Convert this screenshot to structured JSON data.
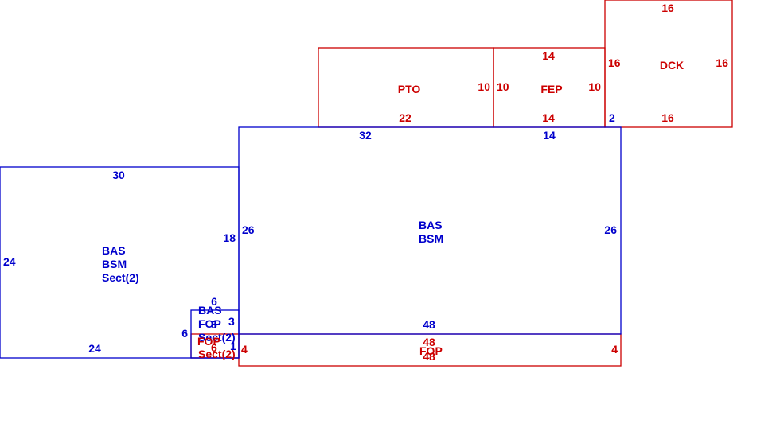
{
  "colors": {
    "blue": "#0000cc",
    "red": "#cc0000",
    "background": "#ffffff"
  },
  "areas": {
    "main_bsm": {
      "lines": [
        "BAS",
        "BSM"
      ],
      "top": "32",
      "top_right": "14",
      "left": "26",
      "right": "26",
      "bottom": "48"
    },
    "west_bsm": {
      "lines": [
        "BAS",
        "BSM",
        "Sect(2)"
      ],
      "top": "30",
      "left": "24",
      "right": "18",
      "bottom": "24"
    },
    "bas_fop": {
      "lines": [
        "BAS",
        "FOP",
        "Sect(2)"
      ],
      "top": "6",
      "left": "6",
      "right": "3",
      "overlap_a": "6",
      "overlap_b": "1"
    },
    "fop_small": {
      "lines": [
        "FOP",
        "Sect(2)"
      ],
      "bottom_left": "6",
      "bottom_right": "4"
    },
    "fop_strip": {
      "label": "FOP",
      "top": "48",
      "bottom": "48",
      "left": "4",
      "right": "4"
    },
    "pto": {
      "label": "PTO",
      "bottom": "22",
      "right": "10"
    },
    "fep": {
      "label": "FEP",
      "top": "14",
      "bottom": "14",
      "left": "10",
      "right": "10"
    },
    "dck": {
      "label": "DCK",
      "top": "16",
      "bottom": "16",
      "left": "16",
      "right": "16",
      "corner": "2"
    }
  }
}
